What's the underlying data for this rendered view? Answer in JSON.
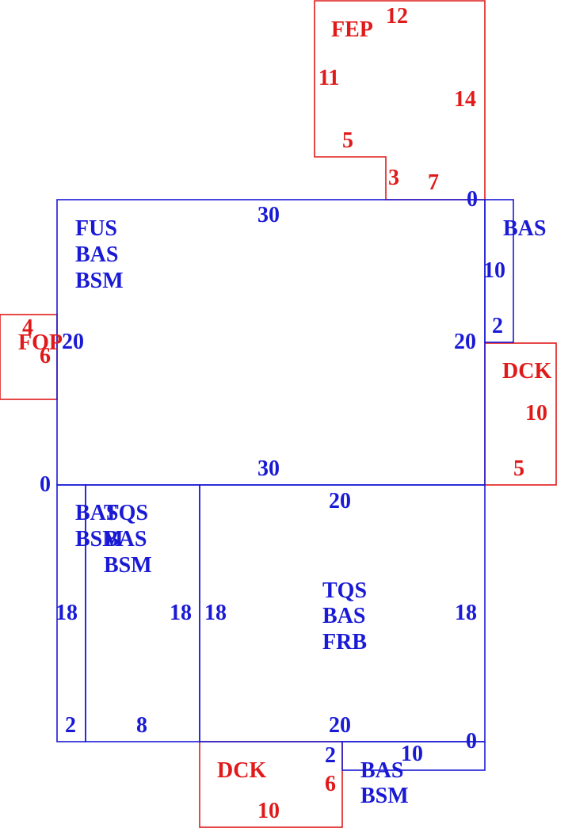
{
  "colors": {
    "main": "#1a1ad6",
    "addition": "#e01a1a",
    "background": "#ffffff"
  },
  "main_house": {
    "codes": [
      "FUS",
      "BAS",
      "BSM"
    ],
    "top": "30",
    "bottom": "30",
    "left": "20",
    "right": "20",
    "corner": "0"
  },
  "fep": {
    "code": "FEP",
    "d1": "12",
    "d2": "11",
    "d3": "14",
    "d4": "5",
    "d5": "3",
    "d6": "7",
    "d7": "0"
  },
  "right_bas": {
    "code": "BAS",
    "d1": "10",
    "d2": "2"
  },
  "fop": {
    "code": "FOP",
    "d1": "4",
    "d2": "6"
  },
  "dck_right": {
    "code": "DCK",
    "d1": "10",
    "d2": "5"
  },
  "left_strip": {
    "codes": [
      "BAS",
      "BSM"
    ],
    "d1": "18",
    "d2": "2",
    "corner": "0"
  },
  "tqs_left": {
    "codes": [
      "TQS",
      "BAS",
      "BSM"
    ],
    "d1": "18",
    "d2": "8"
  },
  "tqs_main": {
    "codes": [
      "TQS",
      "BAS",
      "FRB"
    ],
    "top": "20",
    "left": "18",
    "right": "18",
    "bottom": "20",
    "corner": "0"
  },
  "bottom_bas": {
    "codes": [
      "BAS",
      "BSM"
    ],
    "d1": "10",
    "d2": "2"
  },
  "dck_bottom": {
    "code": "DCK",
    "d1": "6",
    "d2": "10"
  }
}
